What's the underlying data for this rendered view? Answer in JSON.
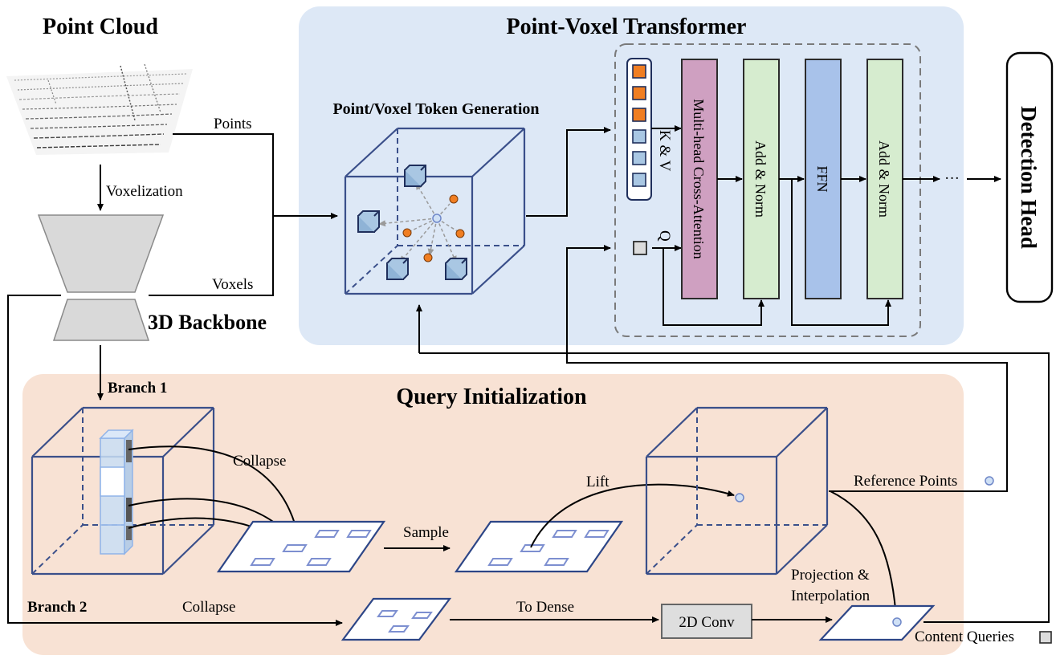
{
  "labels": {
    "point_cloud": "Point Cloud",
    "pvt_title": "Point-Voxel Transformer",
    "token_gen": "Point/Voxel Token Generation",
    "points": "Points",
    "voxelization": "Voxelization",
    "voxels": "Voxels",
    "backbone": "3D Backbone",
    "kv": "K & V",
    "q": "Q",
    "mhca": "Multi-head Cross-Attention",
    "addnorm1": "Add & Norm",
    "ffn": "FFN",
    "addnorm2": "Add & Norm",
    "ellipsis": "···",
    "detection_head": "Detection Head",
    "qi_title": "Query Initialization",
    "branch1": "Branch 1",
    "branch2": "Branch 2",
    "collapse1": "Collapse",
    "sample": "Sample",
    "lift": "Lift",
    "reference_points": "Reference Points",
    "projection1": "Projection &",
    "projection2": "Interpolation",
    "collapse2": "Collapse",
    "to_dense": "To Dense",
    "conv2d": "2D Conv",
    "content_queries": "Content Queries"
  },
  "colors": {
    "pvt_panel": "#dde8f6",
    "qi_panel": "#f8e2d4",
    "mhca": "#cfa0c1",
    "add_norm": "#d6eccf",
    "ffn": "#a8c2ea",
    "token_orange": "#f07e22",
    "token_blue": "#a9c7e3",
    "conv_fill": "#dedede",
    "backbone_fill": "#d9d9d9",
    "column_fill": "#c9def5"
  },
  "tokens": [
    "orange",
    "orange",
    "orange",
    "blue",
    "blue",
    "blue"
  ]
}
